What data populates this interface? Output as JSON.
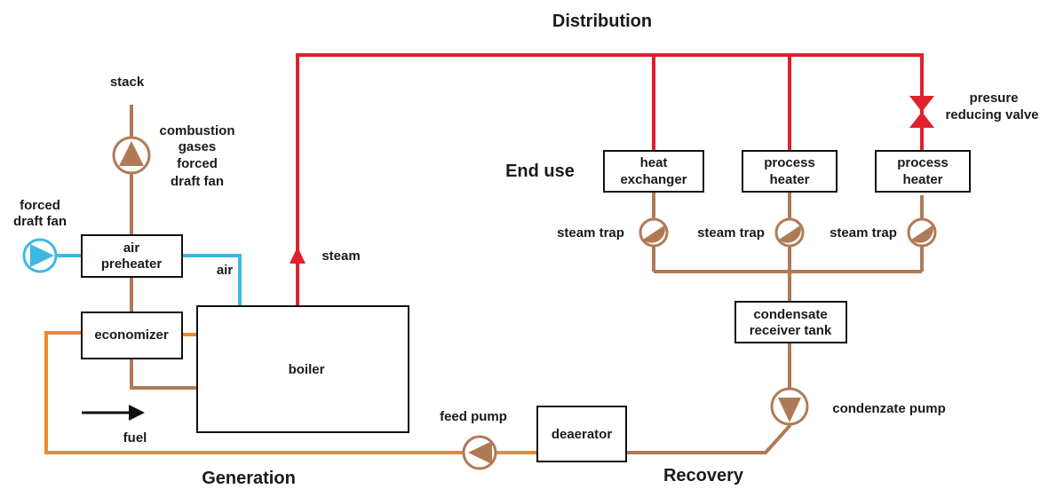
{
  "colors": {
    "steam": "#e0202a",
    "condensate": "#b07a55",
    "air": "#3cb8e0",
    "feedwater": "#e88a2a",
    "outline": "#111111"
  },
  "sections": {
    "distribution": "Distribution",
    "end_use": "End use",
    "generation": "Generation",
    "recovery": "Recovery"
  },
  "components": {
    "boiler": "boiler",
    "air_preheater": [
      "air",
      "preheater"
    ],
    "economizer": "economizer",
    "heat_exchanger": [
      "heat",
      "exchanger"
    ],
    "process_heater_1": [
      "process",
      "heater"
    ],
    "process_heater_2": [
      "process",
      "heater"
    ],
    "condensate_receiver_tank": [
      "condensate",
      "receiver tank"
    ],
    "deaerator": "deaerator"
  },
  "labels": {
    "stack": "stack",
    "combustion_fan": [
      "combustion",
      "gases",
      "forced",
      "draft fan"
    ],
    "forced_draft_fan": [
      "forced",
      "draft fan"
    ],
    "air": "air",
    "steam": "steam",
    "fuel": "fuel",
    "feed_pump": "feed pump",
    "condensate_pump": "condenzate pump",
    "steam_trap_1": "steam trap",
    "steam_trap_2": "steam trap",
    "steam_trap_3": "steam trap",
    "pressure_reducing_valve": [
      "presure",
      "reducing valve"
    ]
  }
}
